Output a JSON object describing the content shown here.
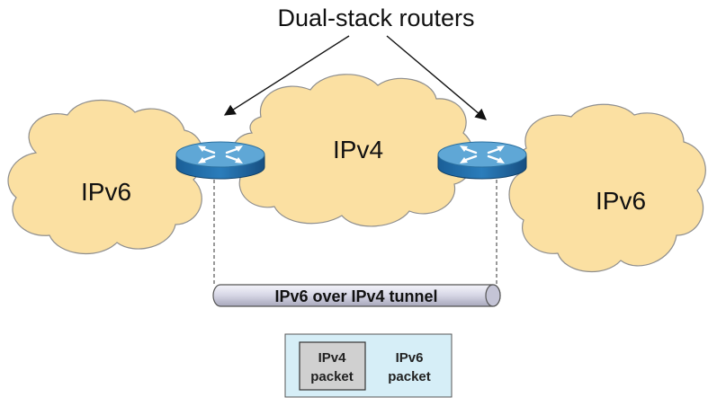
{
  "title": "Dual-stack routers",
  "clouds": {
    "left": {
      "label": "IPv6"
    },
    "center": {
      "label": "IPv4"
    },
    "right": {
      "label": "IPv6"
    }
  },
  "routers": [
    {
      "icon": "router-icon"
    },
    {
      "icon": "router-icon"
    }
  ],
  "tunnel": {
    "label": "IPv6 over IPv4 tunnel"
  },
  "packet": {
    "inner_line1": "IPv4",
    "inner_line2": "packet",
    "outer_line1": "IPv6",
    "outer_line2": "packet"
  },
  "colors": {
    "cloud_fill": "#fbe0a2",
    "router_top": "#5fa7d6",
    "router_side": "#1f6aa5",
    "tunnel": "#d9d9e8",
    "packet_outer": "#d6eef7",
    "packet_inner": "#d0d0d0"
  }
}
